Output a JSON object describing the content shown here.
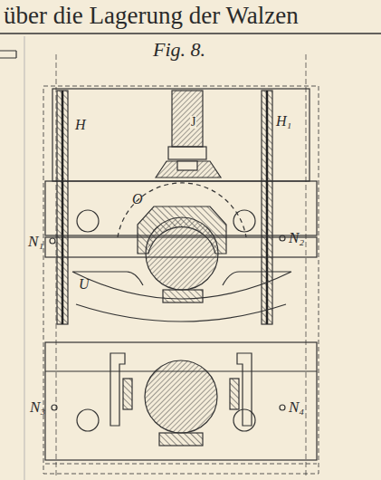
{
  "diagram": {
    "title": "über die Lagerung der Walzen",
    "labels": [
      "Fig. 8.",
      "J",
      "H",
      "H₁",
      "O",
      "U",
      "N₁",
      "N₂",
      "N₃",
      "N₄"
    ]
  }
}
